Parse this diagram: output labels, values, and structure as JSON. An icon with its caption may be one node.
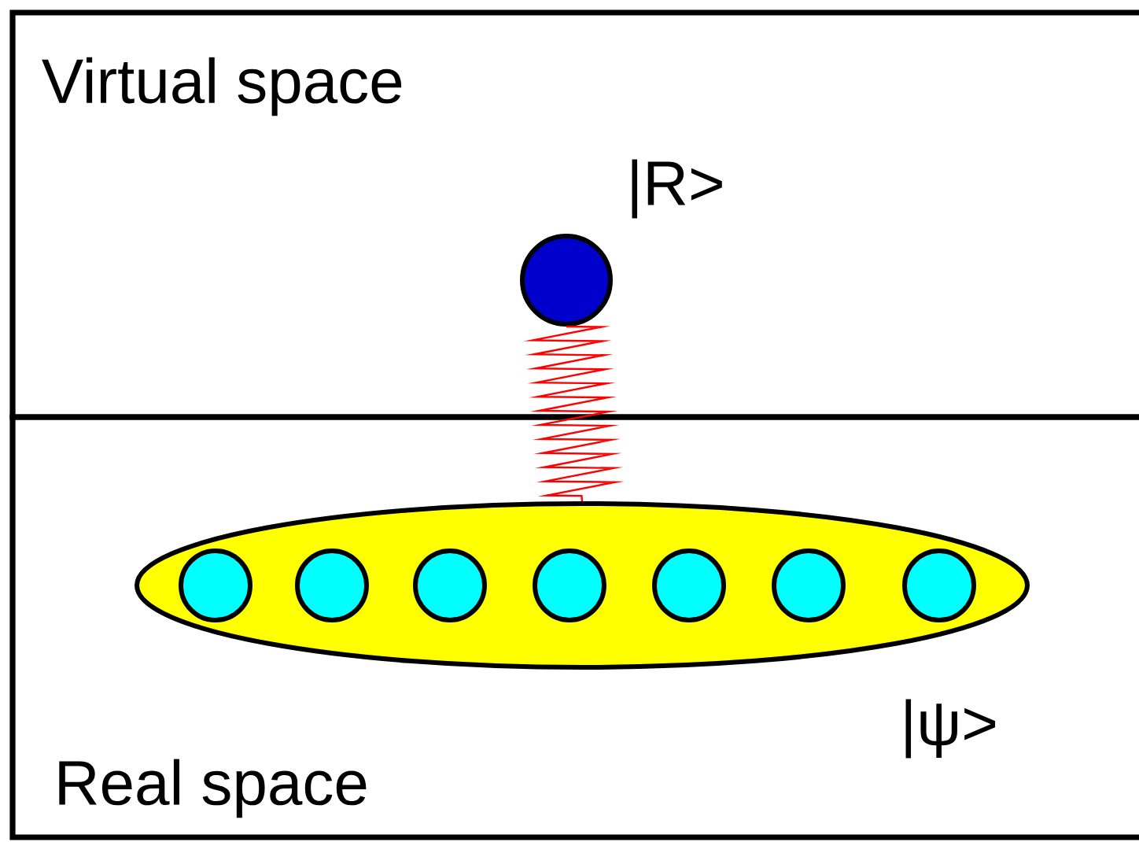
{
  "diagram": {
    "nodes": [
      {
        "text": [
          "Virtual space"
        ]
      },
      {
        "text": [
          "Real space"
        ]
      },
      {
        "text": [],
        "shape": "circle",
        "in": 0,
        "beside": [
          "|R>"
        ]
      },
      {
        "text": [],
        "shape": "ellipse",
        "in": 1,
        "beside": [
          "|ψ>"
        ]
      },
      {
        "text": [],
        "shape": "circle",
        "in": 3
      },
      {
        "text": [],
        "shape": "circle",
        "in": 3
      },
      {
        "text": [],
        "shape": "circle",
        "in": 3
      },
      {
        "text": [],
        "shape": "circle",
        "in": 3
      },
      {
        "text": [],
        "shape": "circle",
        "in": 3
      },
      {
        "text": [],
        "shape": "circle",
        "in": 3
      },
      {
        "text": [],
        "shape": "circle",
        "in": 3
      }
    ],
    "edges": [
      {
        "from": 2,
        "to": 3,
        "arrow": "none",
        "color": "#ff0000"
      }
    ]
  }
}
